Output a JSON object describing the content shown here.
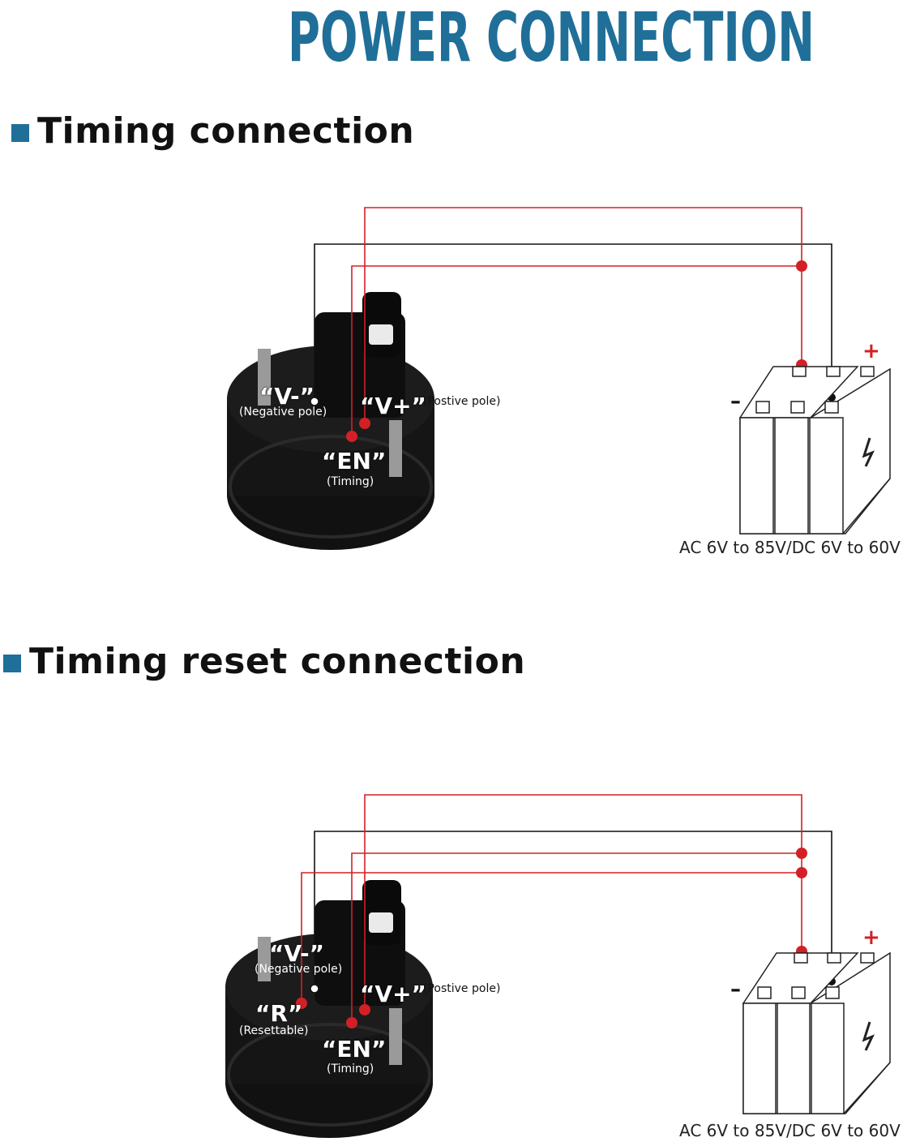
{
  "header": {
    "title": "POWER CONNECTION",
    "title_color": "#1f6f99"
  },
  "sections": [
    {
      "heading": "Timing connection",
      "labels": {
        "vminus": "“V-”",
        "vminus_desc": "(Negative pole)",
        "vplus": "“V+”",
        "vplus_desc": "(Postive pole)",
        "en": "“EN”",
        "en_desc": "(Timing)"
      },
      "supply": "AC 6V to 85V/DC 6V to 60V",
      "plus_sign": "+",
      "minus_sign": "–"
    },
    {
      "heading": "Timing reset connection",
      "labels": {
        "vminus": "“V-”",
        "vminus_desc": "(Negative pole)",
        "vplus": "“V+”",
        "vplus_desc": "(Postive pole)",
        "r": "“R”",
        "r_desc": "(Resettable)",
        "en": "“EN”",
        "en_desc": "(Timing)"
      },
      "supply": "AC 6V to 85V/DC 6V to 60V",
      "plus_sign": "+",
      "minus_sign": "–"
    }
  ],
  "colors": {
    "wire_red": "#d32027",
    "wire_black": "#111111",
    "accent": "#1f6f99"
  }
}
